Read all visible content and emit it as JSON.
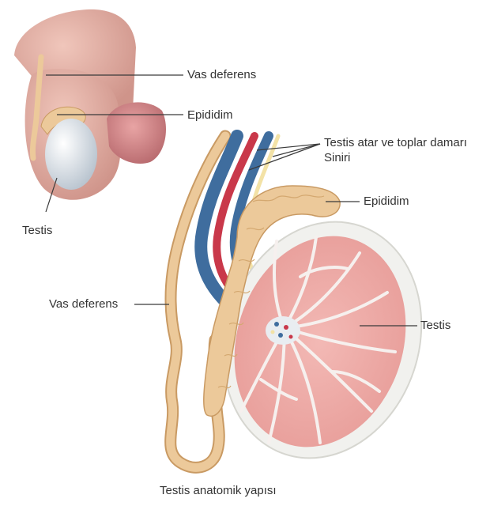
{
  "labels": {
    "vas_deferens_top": "Vas deferens",
    "epididim_top": "Epididim",
    "testis_top": "Testis",
    "testis_vessels": "Testis atar ve toplar damarı",
    "nerve": "Siniri",
    "epididim_main": "Epididim",
    "vas_deferens_main": "Vas deferens",
    "testis_main": "Testis",
    "caption": "Testis anatomik yapısı"
  },
  "colors": {
    "skin": "#e6b4a8",
    "skin_shadow": "#cf948a",
    "glans": "#d9888a",
    "duct": "#ecc99a",
    "duct_edge": "#c99a63",
    "testis_white": "#e9edf1",
    "tunica": "#f1f1ee",
    "lobule": "#eeaaa6",
    "artery": "#c9384a",
    "vein": "#3f6d9e",
    "nerve": "#f3e2a6",
    "leader_line": "#3a3a3a"
  }
}
